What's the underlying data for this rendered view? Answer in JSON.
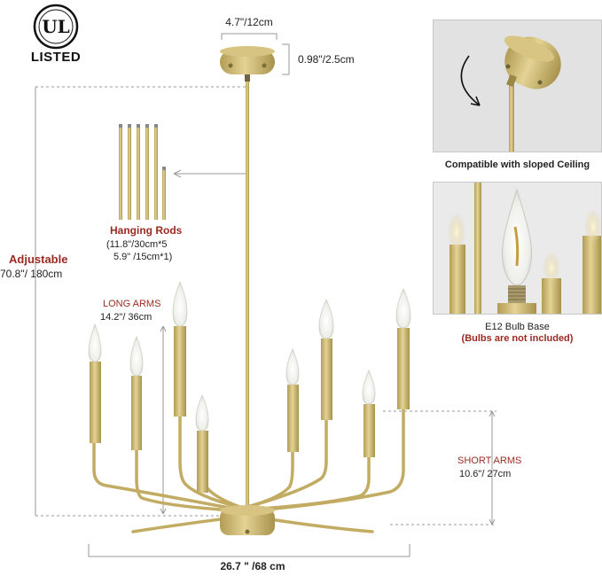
{
  "certification": {
    "logo_letters": "UL",
    "label": "LISTED"
  },
  "dimensions": {
    "canopy_width": "4.7\"/12cm",
    "canopy_height": "0.98\"/2.5cm",
    "adjustable_title": "Adjustable",
    "adjustable_value": "70.8\"/ 180cm",
    "long_arms_title": "LONG ARMS",
    "long_arms_value": "14.2\"/ 36cm",
    "short_arms_title": "SHORT ARMS",
    "short_arms_value": "10.6\"/ 27cm",
    "total_width": "26.7 \" /68 cm"
  },
  "rods": {
    "title": "Hanging Rods",
    "line1": "(11.8\"/30cm*5",
    "line2": "5.9\" /15cm*1)"
  },
  "panels": {
    "sloped": {
      "caption": "Compatible with sloped Ceiling"
    },
    "bulb": {
      "caption": "E12 Bulb Base",
      "note": "(Bulbs are not included)"
    }
  },
  "colors": {
    "gold": "#c9b36a",
    "gold_dark": "#a8924c",
    "accent_red": "#9b2b22",
    "line_gray": "#9a9a9a"
  }
}
